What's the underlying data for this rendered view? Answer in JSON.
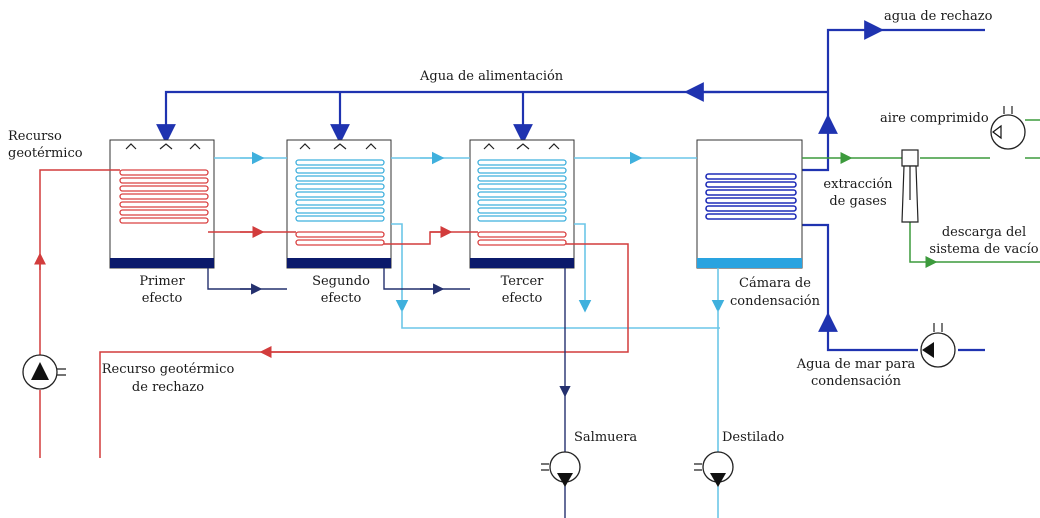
{
  "labels": {
    "agua_alimentacion": "Agua de alimentación",
    "agua_rechazo": "agua de rechazo",
    "recurso_geotermico_1": "Recurso",
    "recurso_geotermico_2": "geotérmico",
    "primer_efecto_1": "Primer",
    "primer_efecto_2": "efecto",
    "segundo_efecto_1": "Segundo",
    "segundo_efecto_2": "efecto",
    "tercer_efecto_1": "Tercer",
    "tercer_efecto_2": "efecto",
    "camara_1": "Cámara de",
    "camara_2": "condensación",
    "aire_comprimido": "aire comprimido",
    "extraccion_1": "extracción",
    "extraccion_2": "de gases",
    "descarga_1": "descarga del",
    "descarga_2": "sistema de vacío",
    "rechazo_geo_1": "Recurso geotérmico",
    "rechazo_geo_2": "de rechazo",
    "agua_mar_1": "Agua de mar para",
    "agua_mar_2": "condensación",
    "salmuera": "Salmuera",
    "destilado": "Destilado"
  },
  "colors": {
    "seawater_feed": "#1f33b0",
    "vapor_distillate": "#6cc6e8",
    "geothermal": "#d23c3c",
    "gases": "#3c9a3c",
    "brine": "#24306e"
  }
}
